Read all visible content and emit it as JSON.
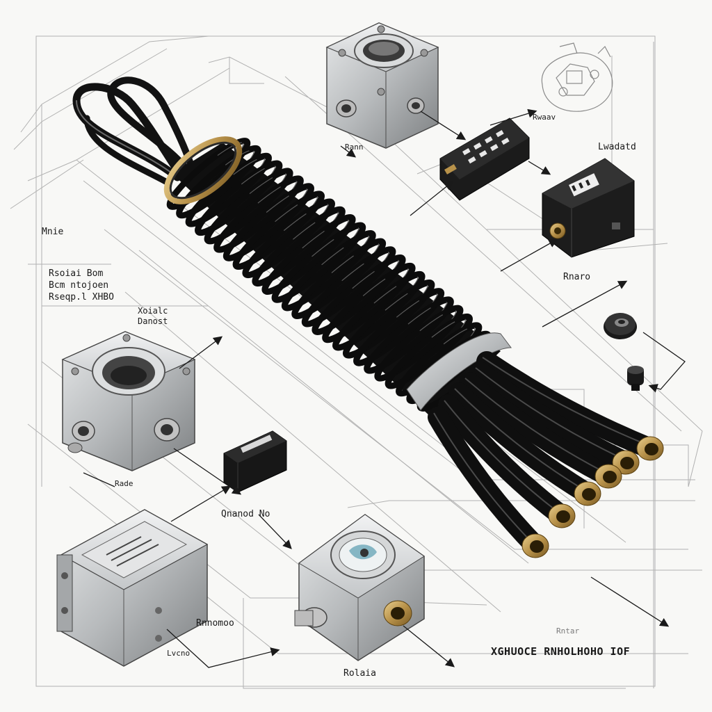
{
  "labels": {
    "top_center": "Rann",
    "top_right_small": "Rwaav",
    "right_upper": "Lwadatd",
    "left_mid": "Mnie",
    "left_block": [
      "Rsoiai Bom",
      "Bcm ntojoen",
      "Rseqp.l XHBO"
    ],
    "left_sub": [
      "Xoialc",
      "Danost"
    ],
    "right_mid": "Rnaro",
    "left_lower": "Rade",
    "center_lower": "Qnanod No",
    "bottom_left_small": "Lvcno",
    "bottom_left_name": "Rnnomoo",
    "bottom_center": "Rolaia",
    "bottom_right_small": "Rntar",
    "bottom_right_title": "XGHUOCE RNHOLHOHO IOF"
  },
  "colors": {
    "ink": "#1a1a1a",
    "cable": "#141414",
    "metal": "#b9bcbe",
    "brass": "#b8924a",
    "sketch": "#9a9a9a"
  },
  "icons": [
    "wire-loop-icon",
    "coiled-cable-icon",
    "junction-box-icon",
    "relay-module-icon",
    "connector-block-icon",
    "knob-icon",
    "plug-icon",
    "gauge-box-icon",
    "terminal-box-icon",
    "fuse-block-icon"
  ]
}
